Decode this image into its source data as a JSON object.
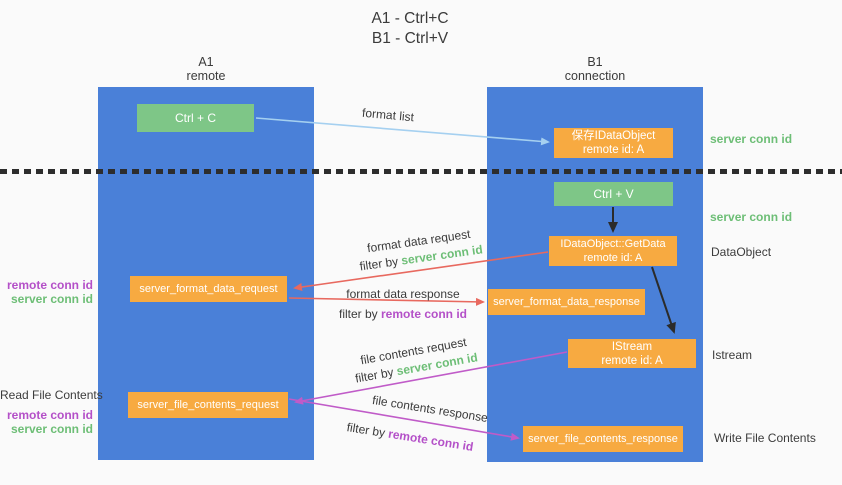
{
  "title": {
    "line1": "A1 - Ctrl+C",
    "line2": "B1 - Ctrl+V"
  },
  "lifelines": {
    "a1": {
      "name": "A1",
      "role": "remote"
    },
    "b1": {
      "name": "B1",
      "role": "connection"
    }
  },
  "nodes": {
    "ctrl_c": {
      "label": "Ctrl + C"
    },
    "ctrl_v": {
      "label": "Ctrl + V"
    },
    "save_dataobject": {
      "line1": "保存IDataObject",
      "line2": "remote id: A"
    },
    "getdata": {
      "line1": "IDataObject::GetData",
      "line2": "remote id: A"
    },
    "istream": {
      "line1": "IStream",
      "line2": "remote id: A"
    },
    "server_format_data_request": {
      "label": "server_format_data_request"
    },
    "server_format_data_response": {
      "label": "server_format_data_response"
    },
    "server_file_contents_request": {
      "label": "server_file_contents_request"
    },
    "server_file_contents_response": {
      "label": "server_file_contents_response"
    }
  },
  "arrow_labels": {
    "format_list": "format list",
    "format_data_request": "format data request",
    "format_data_response": "format data response",
    "file_contents_request": "file contents request",
    "file_contents_response": "file contents response",
    "filter_by": "filter by ",
    "server_conn_id": "server conn id",
    "remote_conn_id": "remote conn id"
  },
  "side_labels": {
    "server_conn_id": "server conn id",
    "remote_conn_id": "remote conn id",
    "dataobject": "DataObject",
    "istream": "Istream",
    "read_file_contents": "Read File Contents",
    "write_file_contents": "Write File Contents"
  },
  "colors": {
    "lifeline_blue": "#4a80d8",
    "action_green": "#7ec687",
    "object_orange": "#f7aa41",
    "format_list_arrow_blue": "#a5d0f0",
    "request_arrow_red": "#e8695f",
    "contents_arrow_magenta": "#c05bc8",
    "black_arrow": "#2b2b2b",
    "conn_id_green": "#6dbe76",
    "conn_id_purple": "#b450c8",
    "text_dark": "#3c3c3c",
    "background": "#fafafa"
  }
}
